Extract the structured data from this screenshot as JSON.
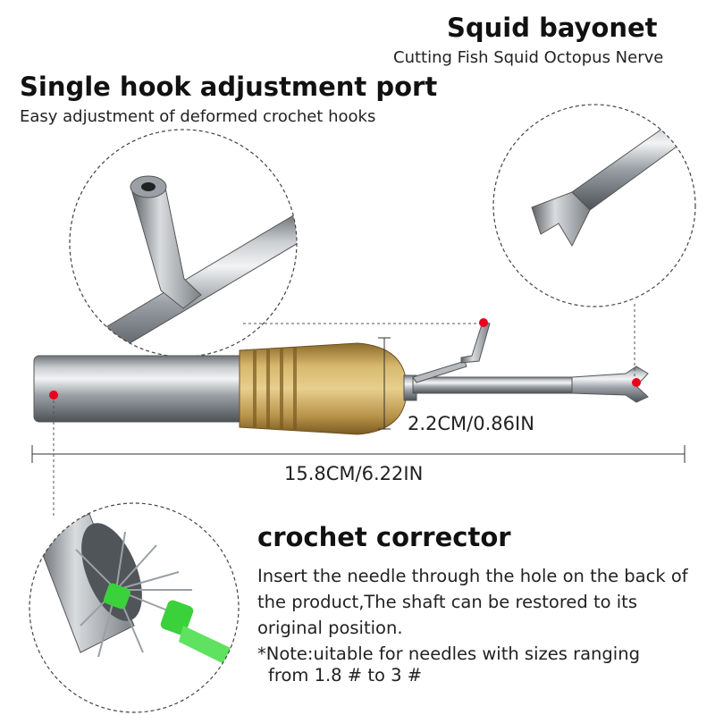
{
  "squid": {
    "title": "Squid bayonet",
    "subtitle": "Cutting Fish Squid Octopus Nerve"
  },
  "hook": {
    "title": "Single hook adjustment port",
    "subtitle": "Easy adjustment of deformed crochet hooks"
  },
  "dimensions": {
    "diameter": "2.2CM/0.86IN",
    "length": "15.8CM/6.22IN"
  },
  "corrector": {
    "title": "crochet corrector",
    "description": "Insert the needle through the hole on the back of the product,The shaft can be restored to its original position.",
    "note_line1": "*Note:uitable for needles with sizes ranging",
    "note_line2": "from 1.8 # to 3 #"
  },
  "colors": {
    "marker": "#e8001c",
    "wood": "#c9a55a",
    "steel": "#a9aeb3",
    "green": "#3ad13a"
  }
}
